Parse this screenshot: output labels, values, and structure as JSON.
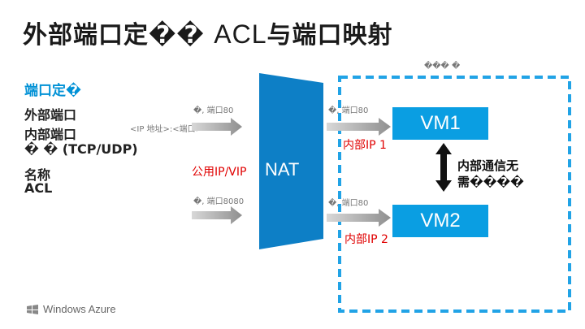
{
  "title": {
    "main": "外部端口定��",
    "acl": "ACL",
    "rest": "与端口映射"
  },
  "corner_label": "��� �",
  "sidebar": {
    "heading": "端口定�",
    "items": [
      "外部端口",
      "内部端口",
      "� � (TCP/UDP)",
      "名称",
      "ACL"
    ]
  },
  "ip_label": "<IP 地址>:<端口>",
  "endpoints": {
    "ext1": "�, 端口80",
    "ext2": "�, 端口8080",
    "int1": "�, 端口80",
    "int2": "�, 端口80"
  },
  "nat": {
    "label": "NAT",
    "public_ip": "公用IP/VIP"
  },
  "vms": [
    {
      "label": "VM1",
      "internal_ip": "内部IP 1"
    },
    {
      "label": "VM2",
      "internal_ip": "内部IP 2"
    }
  ],
  "internal_comm": {
    "line1": "内部通信无",
    "line2": "需����"
  },
  "brand": "Windows Azure",
  "colors": {
    "accent": "#0a9ee2",
    "red": "#e00000",
    "nat_fill": "#0d7fc6",
    "arrow": "#8f8f8f"
  }
}
